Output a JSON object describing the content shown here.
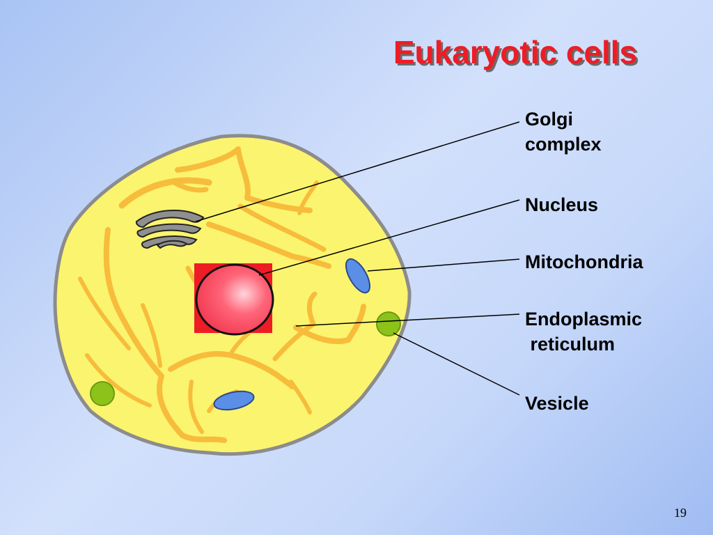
{
  "slide": {
    "title": "Eukaryotic cells",
    "page_number": "19"
  },
  "labels": {
    "golgi": "Golgi\ncomplex",
    "nucleus": "Nucleus",
    "mitochondria": "Mitochondria",
    "er": "Endoplasmic\n reticulum",
    "vesicle": "Vesicle"
  },
  "colors": {
    "title": "#ee1c25",
    "cytoplasm": "#fbf46e",
    "membrane": "#8c8c8c",
    "er": "#f7bc3c",
    "nucleus_square": "#ee1c25",
    "nucleus": "#ff5a6e",
    "mitochondria": "#5b8ee6",
    "vesicle": "#8cc21a",
    "golgi": "#8f8f8f"
  }
}
